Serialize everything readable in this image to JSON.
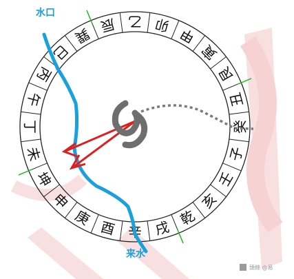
{
  "labels": {
    "water_outlet": "水口",
    "water_inlet": "来水"
  },
  "ring_characters": [
    "丙",
    "巳",
    "巽",
    "辰",
    "乙",
    "卯",
    "甲",
    "寅",
    "艮",
    "丑",
    "癸",
    "子",
    "壬",
    "亥",
    "乾",
    "戌",
    "辛",
    "酉",
    "庚",
    "申",
    "坤",
    "未",
    "丁",
    "午"
  ],
  "watermark": {
    "text": "頭條 @易"
  },
  "colors": {
    "water": "#1aa0dd",
    "arrow": "#dd1f1f",
    "ring_line": "#222222",
    "tick": "#22bb22",
    "center_mark": "#6e6e6e",
    "background_watermark": "#f7d6d6"
  }
}
